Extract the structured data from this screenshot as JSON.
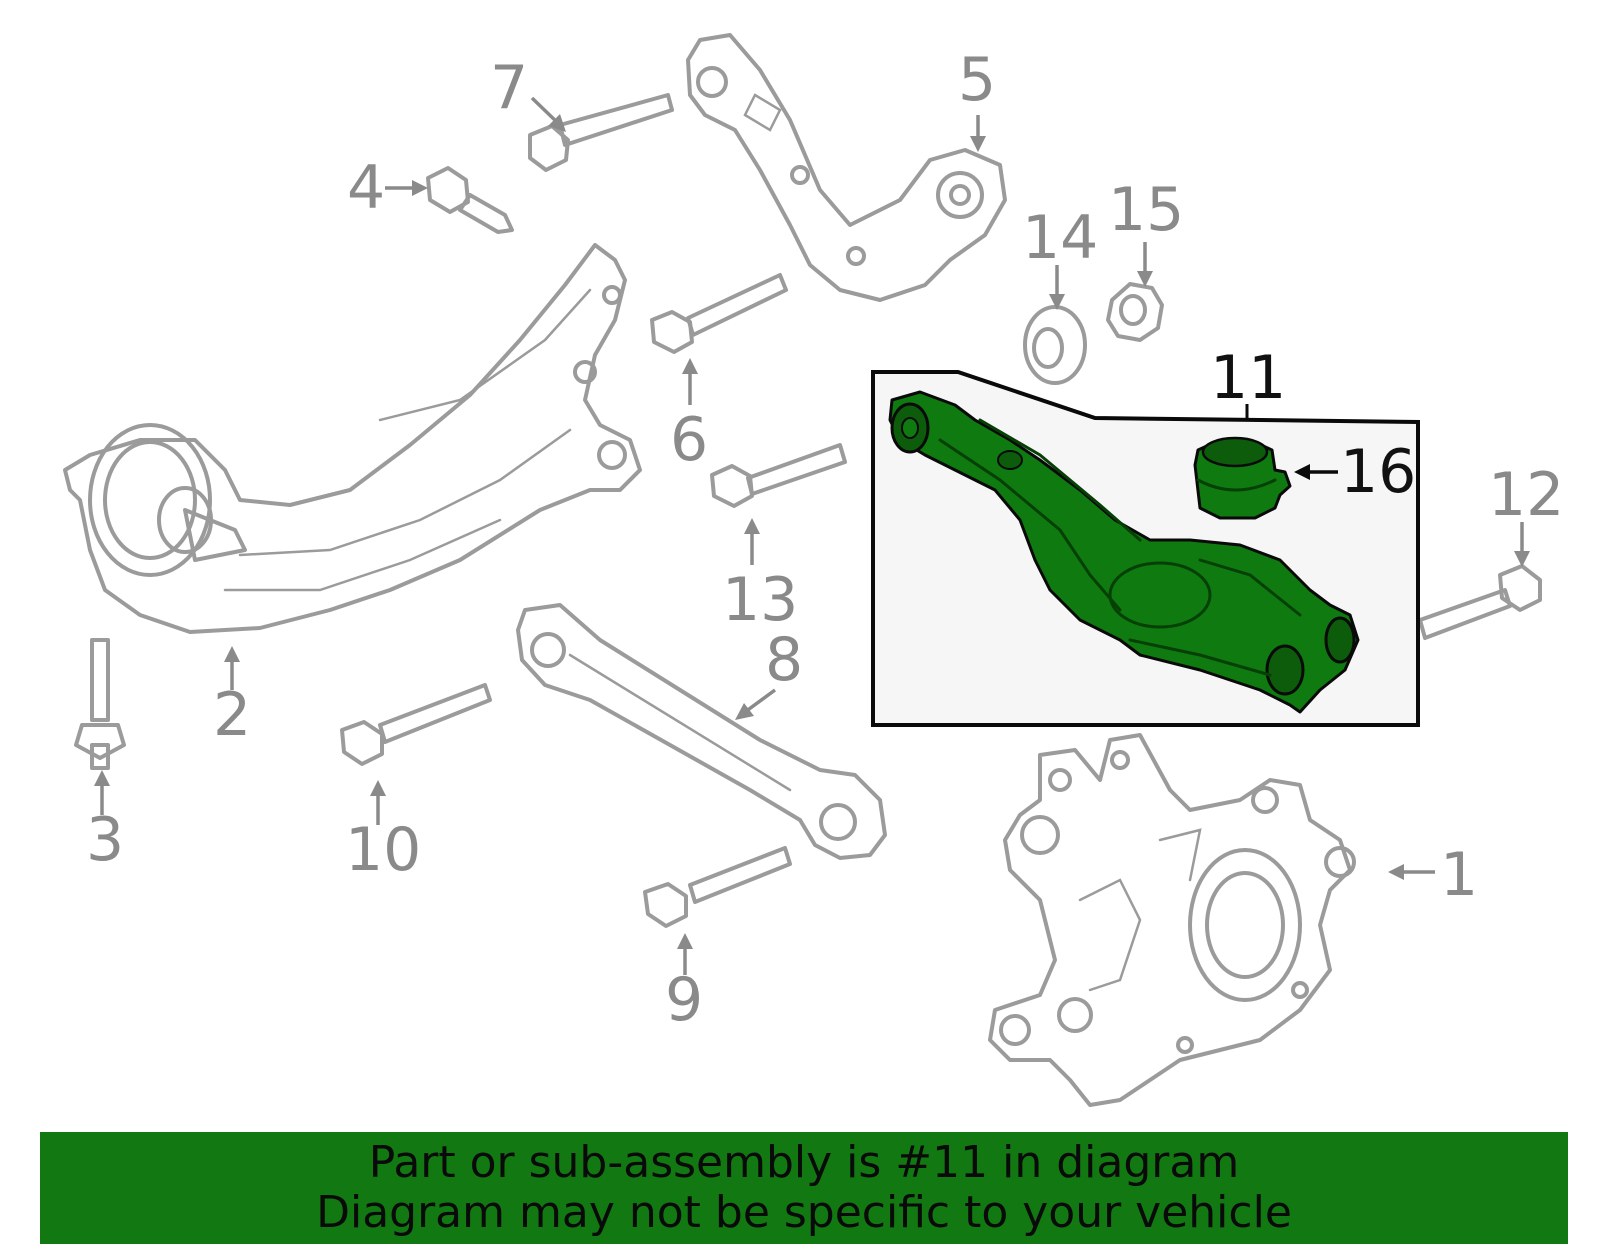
{
  "callouts": [
    {
      "id": "1",
      "label": "1"
    },
    {
      "id": "2",
      "label": "2"
    },
    {
      "id": "3",
      "label": "3"
    },
    {
      "id": "4",
      "label": "4"
    },
    {
      "id": "5",
      "label": "5"
    },
    {
      "id": "6",
      "label": "6"
    },
    {
      "id": "7",
      "label": "7"
    },
    {
      "id": "8",
      "label": "8"
    },
    {
      "id": "9",
      "label": "9"
    },
    {
      "id": "10",
      "label": "10"
    },
    {
      "id": "11",
      "label": "11"
    },
    {
      "id": "12",
      "label": "12"
    },
    {
      "id": "13",
      "label": "13"
    },
    {
      "id": "14",
      "label": "14"
    },
    {
      "id": "15",
      "label": "15"
    },
    {
      "id": "16",
      "label": "16"
    }
  ],
  "highlighted_part": "11",
  "colors": {
    "highlight": "#0f7a0f",
    "banner": "#127812",
    "outline": "#9b9b9b"
  },
  "banner": {
    "line1": "Part or sub-assembly is #11 in diagram",
    "line2": "Diagram may not be specific to your vehicle"
  }
}
